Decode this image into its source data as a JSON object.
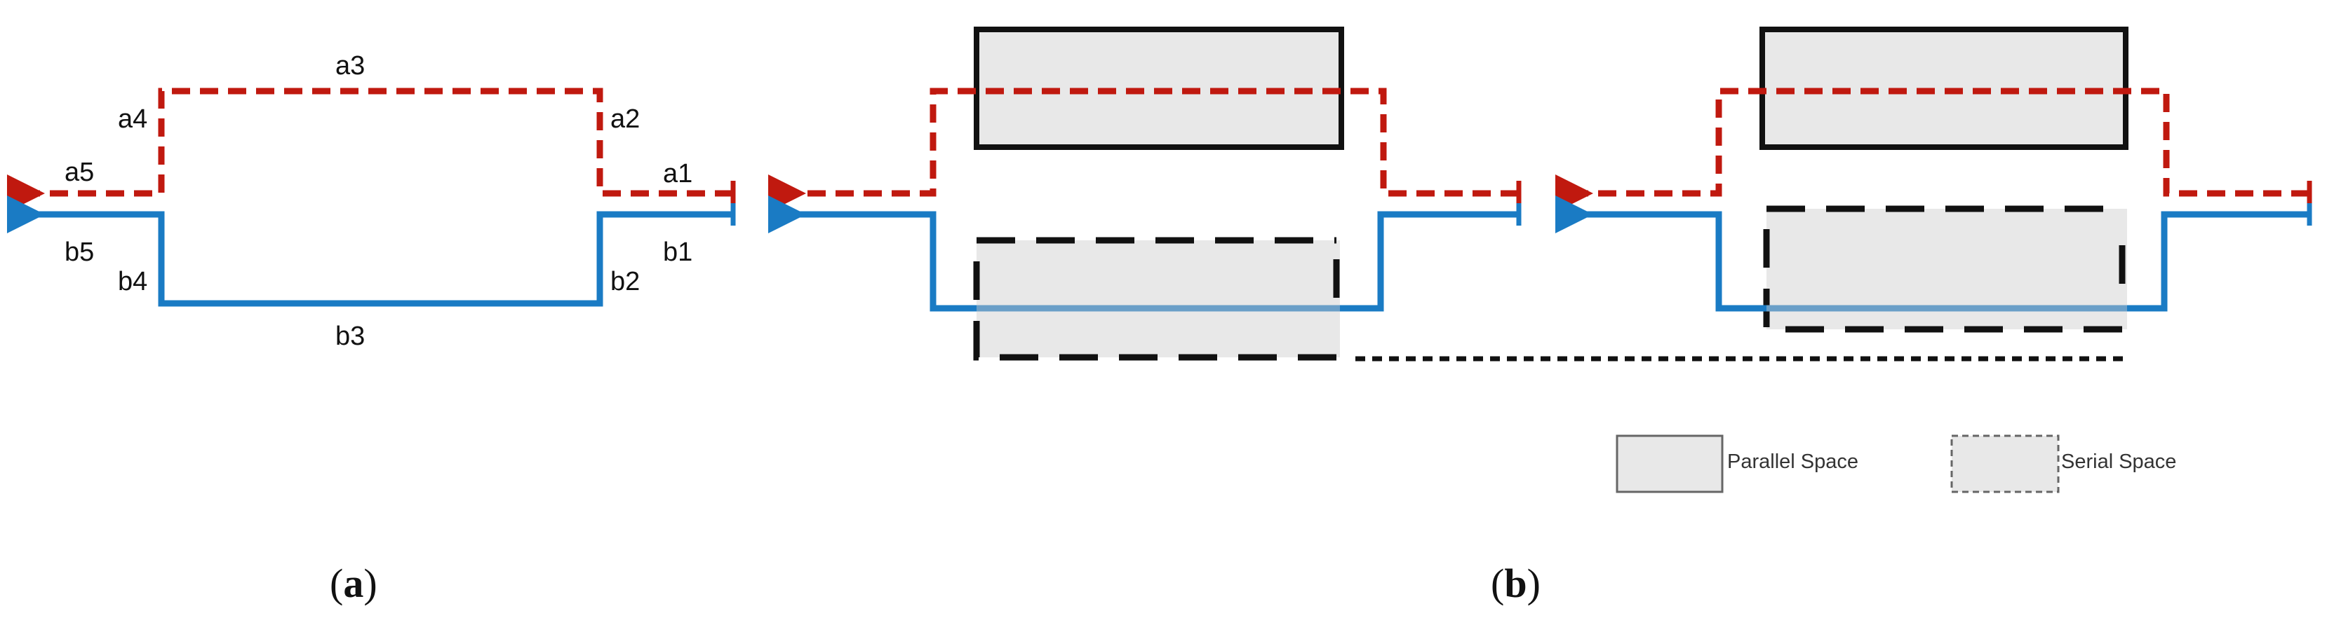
{
  "colors": {
    "route_a": "#c0190f",
    "route_b": "#1a7bc4",
    "parallel_fill": "#e8e8e8",
    "serial_fill": "#e8e8e8",
    "box_stroke": "#111111"
  },
  "panel_a": {
    "label_letter": "a",
    "segments_a": [
      "a1",
      "a2",
      "a3",
      "a4",
      "a5"
    ],
    "segments_b": [
      "b1",
      "b2",
      "b3",
      "b4",
      "b5"
    ]
  },
  "panel_b": {
    "label_letter": "b"
  },
  "legend": {
    "parallel_label": "Parallel Space",
    "serial_label": "Serial Space"
  }
}
